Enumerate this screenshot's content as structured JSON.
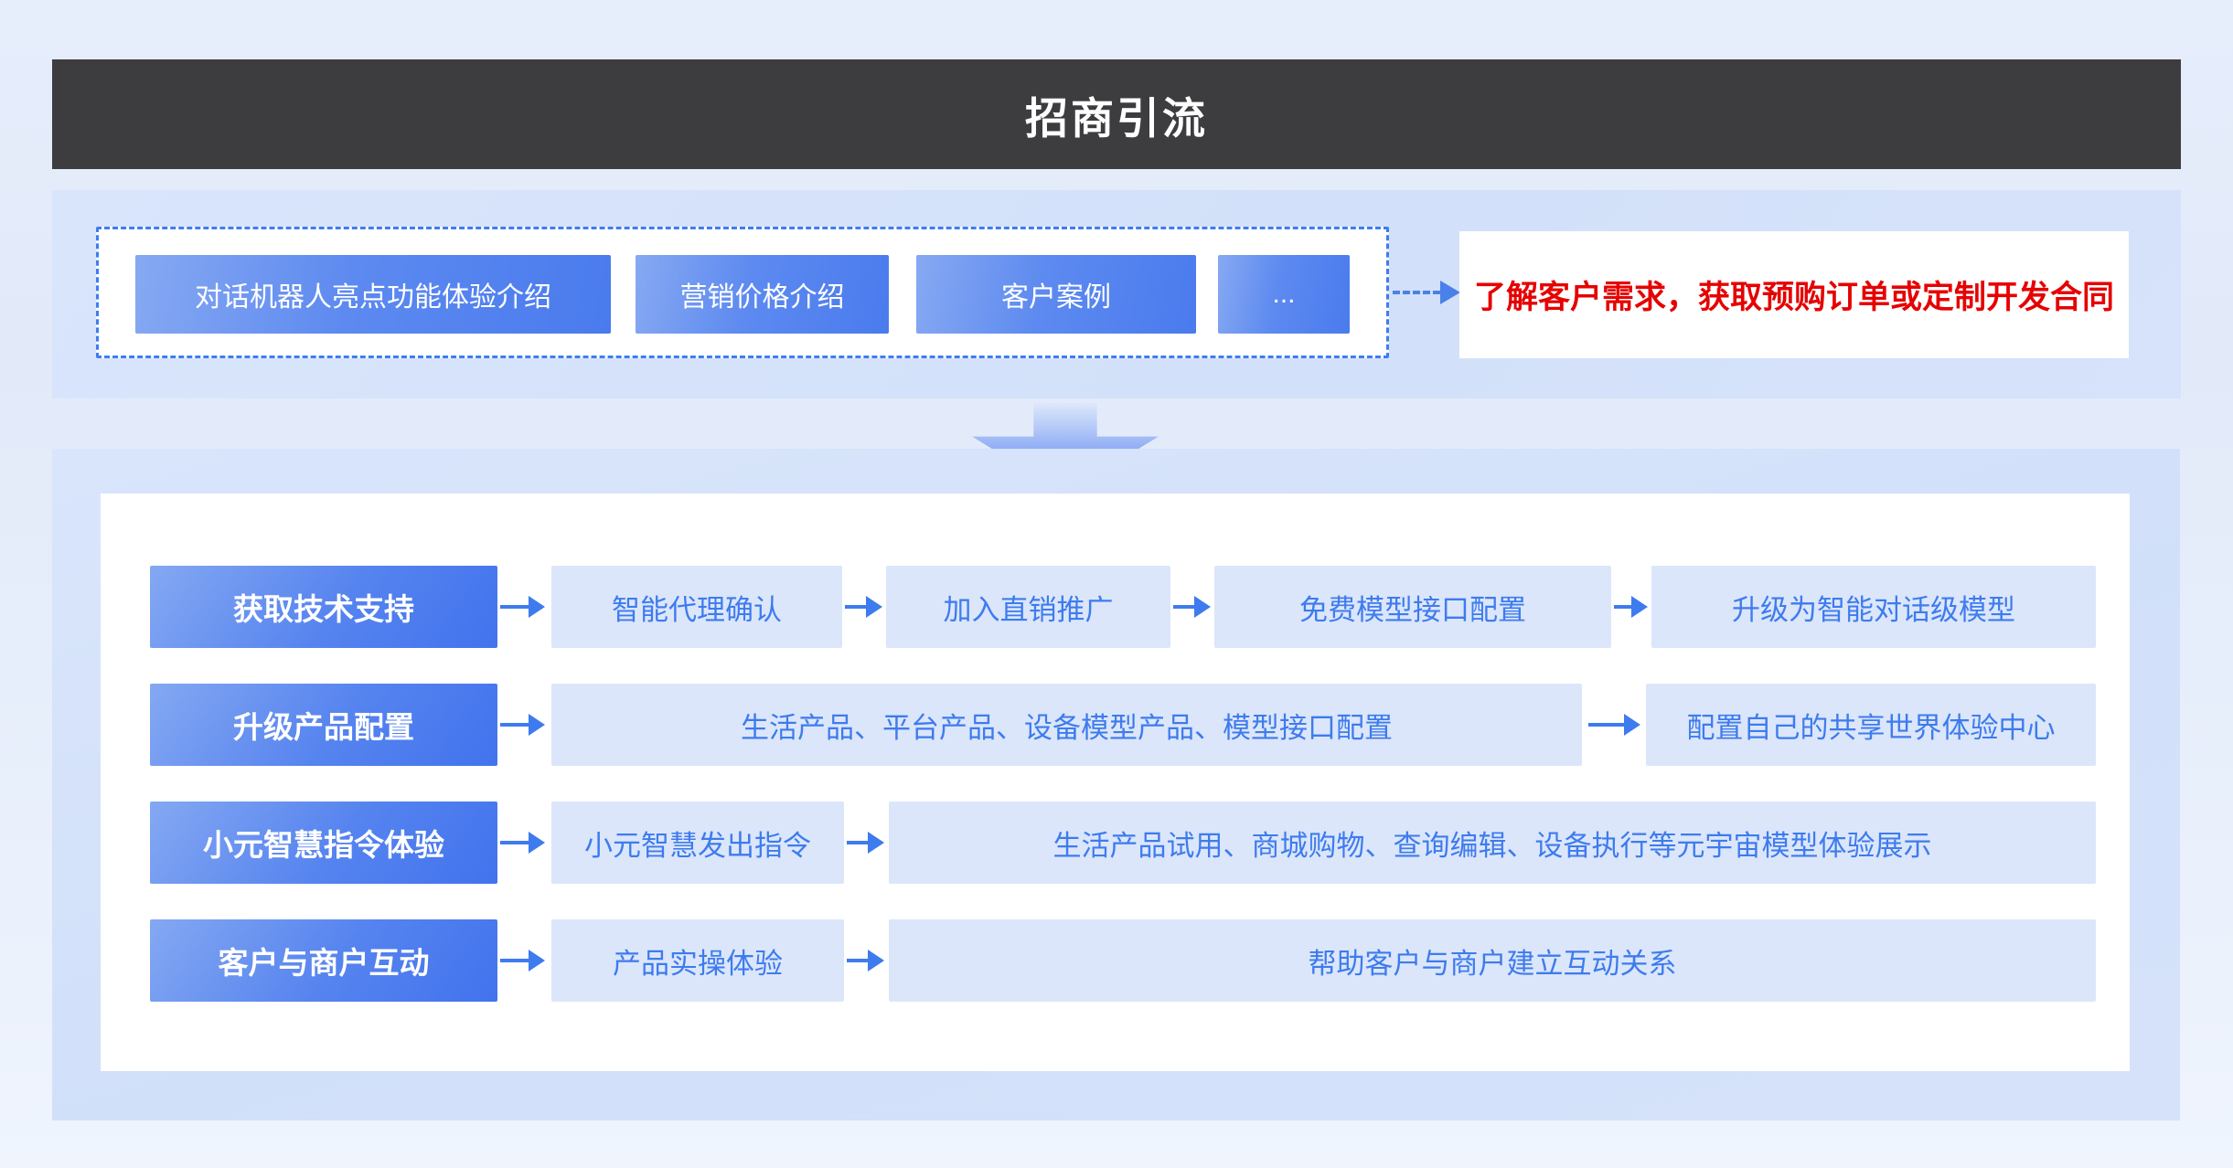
{
  "title": "招商引流",
  "lead_section": {
    "buttons": [
      "对话机器人亮点功能体验介绍",
      "营销价格介绍",
      "客户案例",
      "..."
    ],
    "result": "了解客户需求，获取预购订单或定制开发合同"
  },
  "process_rows": [
    {
      "label": "获取技术支持",
      "steps": [
        "智能代理确认",
        "加入直销推广",
        "免费模型接口配置",
        "升级为智能对话级模型"
      ]
    },
    {
      "label": "升级产品配置",
      "steps": [
        "生活产品、平台产品、设备模型产品、模型接口配置",
        "配置自己的共享世界体验中心"
      ]
    },
    {
      "label": "小元智慧指令体验",
      "steps": [
        "小元智慧发出指令",
        "生活产品试用、商城购物、查询编辑、设备执行等元宇宙模型体验展示"
      ]
    },
    {
      "label": "客户与商户互动",
      "steps": [
        "产品实操体验",
        "帮助客户与商户建立互动关系"
      ]
    }
  ],
  "colors": {
    "header_bg": "#3d3d40",
    "accent_blue": "#3e7bee",
    "step_box_bg": "#dbe6fa",
    "panel_blue": "#d4e1f9",
    "alert_red": "#e60202",
    "button_gradient_start": "#87a9f2",
    "button_gradient_end": "#4a7bee"
  }
}
